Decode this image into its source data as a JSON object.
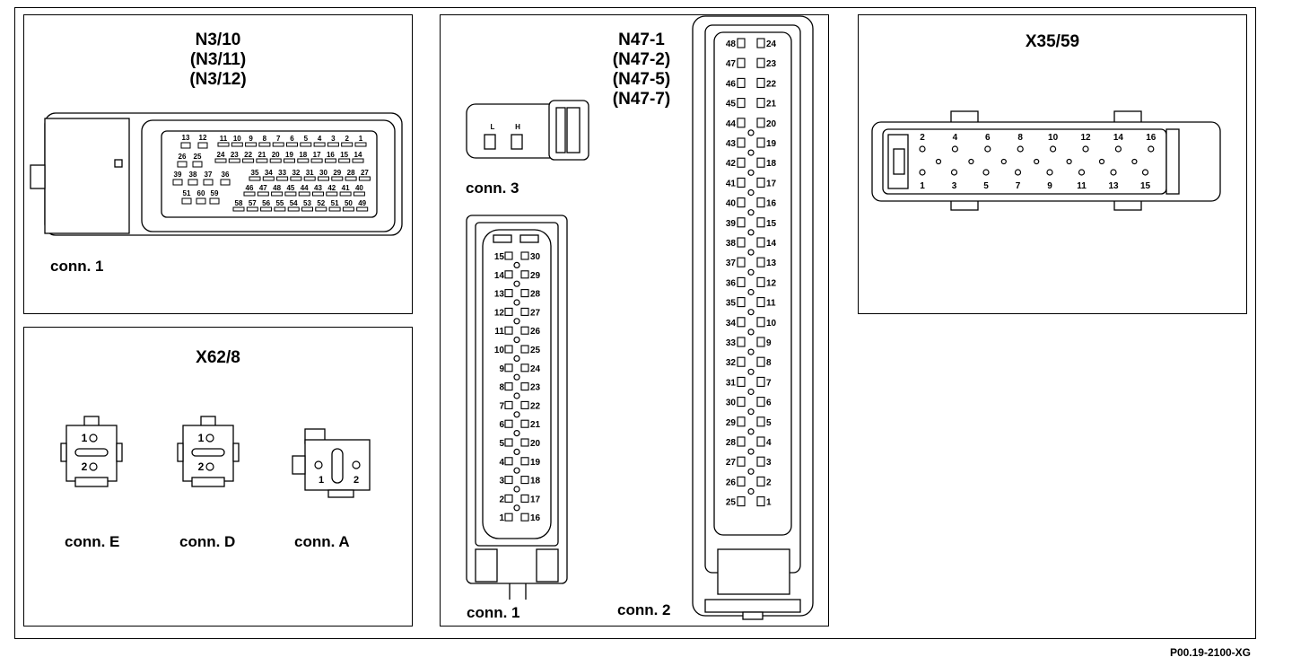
{
  "panels": {
    "n3": {
      "title": [
        "N3/10",
        "(N3/11)",
        "(N3/12)"
      ],
      "connector_label": "conn. 1",
      "pins_top_left": [
        "13",
        "12",
        "26",
        "25",
        "39",
        "38",
        "37",
        "36",
        "51",
        "60",
        "59"
      ],
      "pins_row1": [
        "11",
        "10",
        "9",
        "8",
        "7",
        "6",
        "5",
        "4",
        "3",
        "2",
        "1"
      ],
      "pins_row2": [
        "24",
        "23",
        "22",
        "21",
        "20",
        "19",
        "18",
        "17",
        "16",
        "15",
        "14"
      ],
      "pins_row3": [
        "35",
        "34",
        "33",
        "32",
        "31",
        "30",
        "29",
        "28",
        "27"
      ],
      "pins_row4": [
        "46",
        "47",
        "48",
        "45",
        "44",
        "43",
        "42",
        "41",
        "40"
      ],
      "pins_row5": [
        "58",
        "57",
        "56",
        "55",
        "54",
        "53",
        "52",
        "51",
        "50",
        "49"
      ]
    },
    "x62": {
      "title": "X62/8",
      "connectors": [
        {
          "label": "conn. E",
          "pin1": "1",
          "pin2": "2"
        },
        {
          "label": "conn. D",
          "pin1": "1",
          "pin2": "2"
        },
        {
          "label": "conn. A",
          "pin1": "1",
          "pin2": "2"
        }
      ]
    },
    "n47": {
      "title": [
        "N47-1",
        "(N47-2)",
        "(N47-5)",
        "(N47-7)"
      ],
      "conn3": {
        "label": "conn. 3",
        "pins": [
          "L",
          "H"
        ]
      },
      "conn1": {
        "label": "conn. 1",
        "left_pins": [
          "15",
          "14",
          "13",
          "12",
          "11",
          "10",
          "9",
          "8",
          "7",
          "6",
          "5",
          "4",
          "3",
          "2",
          "1"
        ],
        "right_pins": [
          "30",
          "29",
          "28",
          "27",
          "26",
          "25",
          "24",
          "23",
          "22",
          "21",
          "20",
          "19",
          "18",
          "17",
          "16"
        ]
      },
      "conn2": {
        "label": "conn. 2",
        "left_pins": [
          "48",
          "47",
          "46",
          "45",
          "44",
          "43",
          "42",
          "41",
          "40",
          "39",
          "38",
          "37",
          "36",
          "35",
          "34",
          "33",
          "32",
          "31",
          "30",
          "29",
          "28",
          "27",
          "26",
          "25"
        ],
        "right_pins": [
          "24",
          "23",
          "22",
          "21",
          "20",
          "19",
          "18",
          "17",
          "16",
          "15",
          "14",
          "13",
          "12",
          "11",
          "10",
          "9",
          "8",
          "7",
          "6",
          "5",
          "4",
          "3",
          "2",
          "1"
        ]
      }
    },
    "x35": {
      "title": "X35/59",
      "pins_top": [
        "2",
        "4",
        "6",
        "8",
        "10",
        "12",
        "14",
        "16"
      ],
      "pins_bottom": [
        "1",
        "3",
        "5",
        "7",
        "9",
        "11",
        "13",
        "15"
      ]
    }
  },
  "figure_code": "P00.19-2100-XG"
}
